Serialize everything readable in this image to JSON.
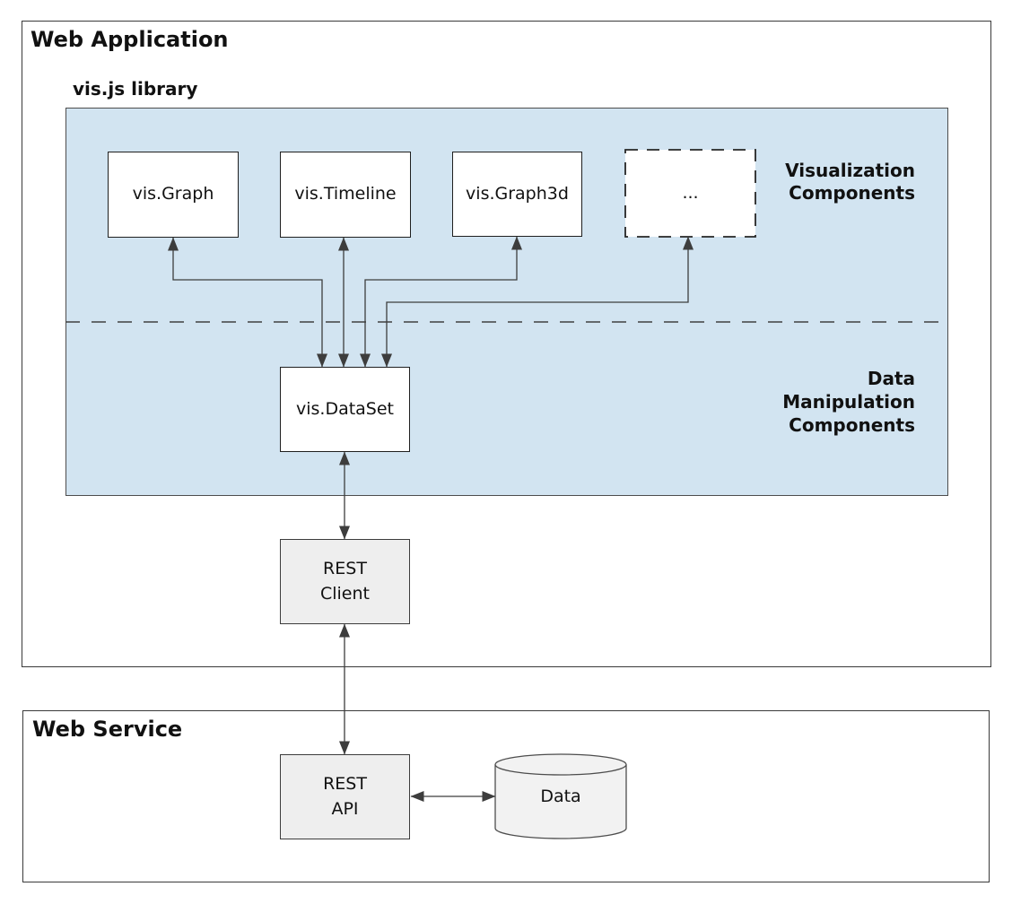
{
  "colors": {
    "panel-blue": "#d2e4f1",
    "node-white": "#ffffff",
    "node-gray": "#eeeeee",
    "cylinder-gray": "#f2f2f2",
    "border-dark": "#1f1f1f",
    "arrow": "#3d3d3d",
    "text": "#111111"
  },
  "web_application": {
    "title": "Web Application"
  },
  "library": {
    "label": "vis.js library"
  },
  "nodes": {
    "vis_graph": "vis.Graph",
    "vis_timeline": "vis.Timeline",
    "vis_graph3d": "vis.Graph3d",
    "more": "...",
    "vis_dataset": "vis.DataSet",
    "rest_client": {
      "line1": "REST",
      "line2": "Client"
    },
    "rest_api": {
      "line1": "REST",
      "line2": "API"
    },
    "data_store": "Data"
  },
  "group_labels": {
    "visualization": {
      "line1": "Visualization",
      "line2": "Components"
    },
    "data_manipulation": {
      "line1": "Data",
      "line2": "Manipulation",
      "line3": "Components"
    }
  },
  "web_service": {
    "title": "Web Service"
  }
}
